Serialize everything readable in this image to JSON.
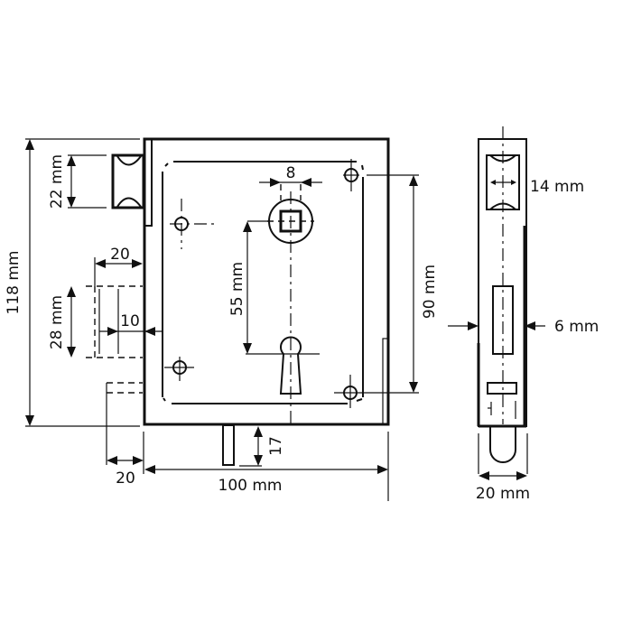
{
  "drawing": {
    "subject": "Rim lock technical drawing",
    "views": [
      "front-view",
      "side-view"
    ],
    "colors": {
      "line": "#111111",
      "background": "#ffffff"
    }
  },
  "front_view": {
    "dimensions": {
      "overall_height": "118 mm",
      "latch_height": "22 mm",
      "bolt_offset": "20",
      "bolt_height": "28 mm",
      "bolt_inner": "10",
      "bottom_offset": "20",
      "overall_width": "100 mm",
      "spindle_square": "8",
      "spindle_to_keyhole": "55 mm",
      "mounting_hole_spacing": "90 mm",
      "bolt_projection": "17"
    }
  },
  "side_view": {
    "dimensions": {
      "latch_width": "14 mm",
      "plate_thickness": "6 mm",
      "body_depth": "20 mm"
    }
  }
}
